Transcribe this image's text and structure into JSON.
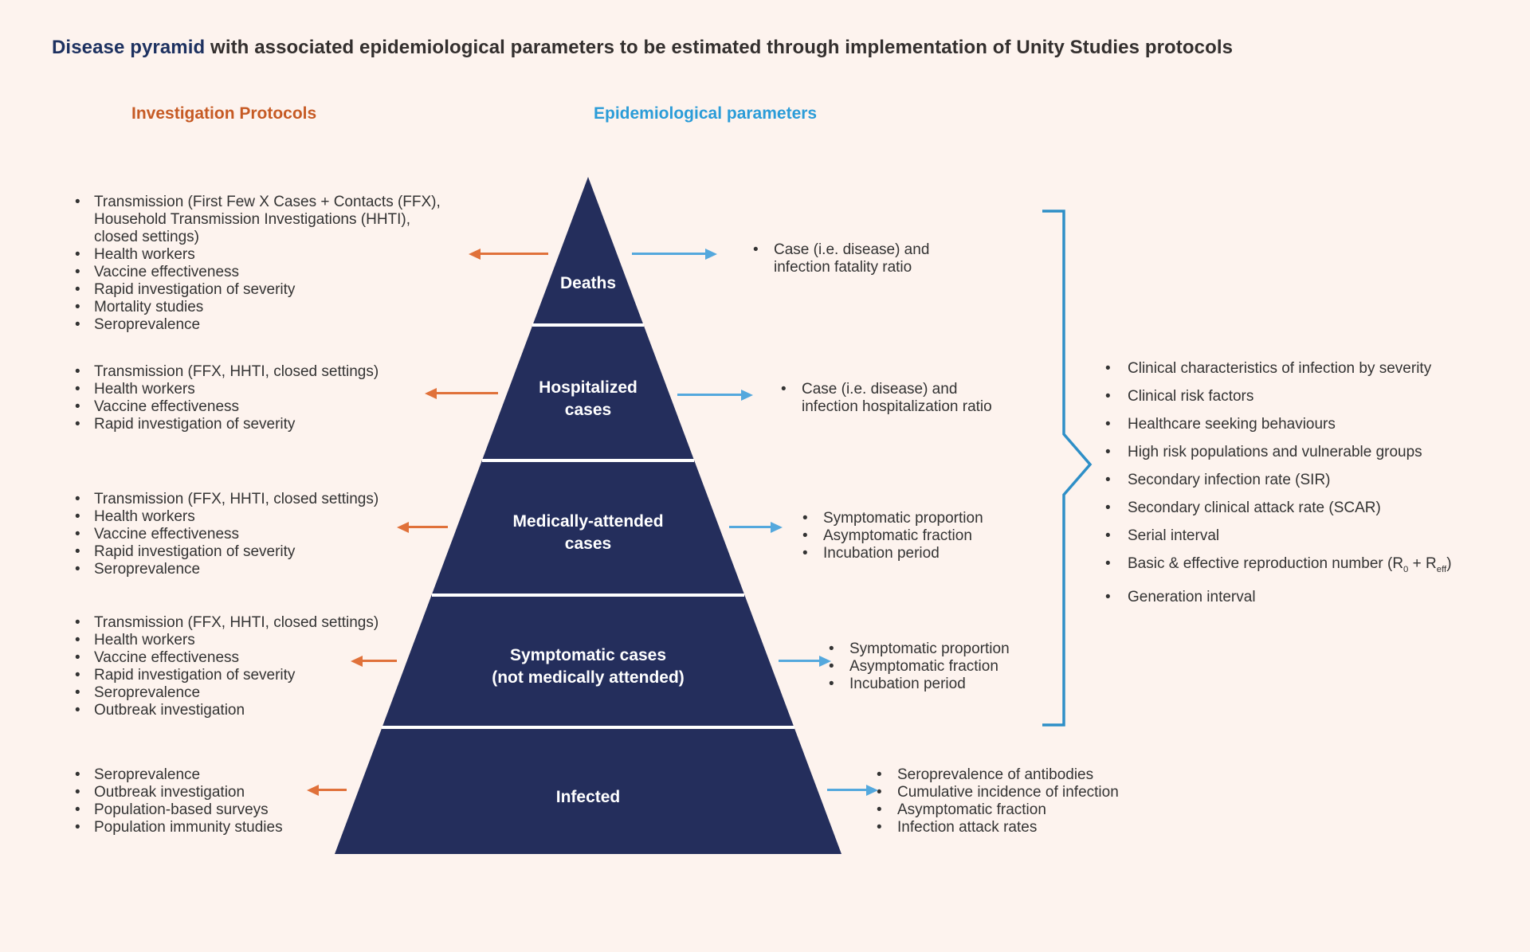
{
  "title": {
    "highlight": "Disease pyramid",
    "rest": " with associated epidemiological parameters to be estimated through implementation of Unity Studies protocols"
  },
  "columns": {
    "left_heading": "Investigation Protocols",
    "right_heading": "Epidemiological parameters"
  },
  "colors": {
    "background": "#fdf3ee",
    "pyramid_navy": "#242e5c",
    "heading_orange": "#c65a24",
    "arrow_orange": "#e0713a",
    "heading_blue": "#2b9cd8",
    "arrow_blue": "#54a8dd",
    "brace_blue": "#2e8fc7",
    "title_highlight_navy": "#1d3160",
    "body_text": "#333333"
  },
  "icons": {
    "bullet": "•",
    "left_arrow": "orange-left-arrow",
    "right_arrow": "blue-right-arrow",
    "brace": "blue-curly-brace"
  },
  "levels": [
    {
      "id": "deaths",
      "pyramid_label": "Deaths",
      "protocols": [
        "Transmission (First Few X Cases + Contacts (FFX),\nHousehold Transmission Investigations (HHTI),\nclosed settings)",
        "Health workers",
        "Vaccine effectiveness",
        "Rapid investigation of severity",
        "Mortality studies",
        "Seroprevalence"
      ],
      "parameters": [
        "Case (i.e. disease) and\ninfection fatality ratio"
      ]
    },
    {
      "id": "hospitalized",
      "pyramid_label": "Hospitalized\ncases",
      "protocols": [
        "Transmission (FFX, HHTI, closed settings)",
        "Health workers",
        "Vaccine effectiveness",
        "Rapid investigation of severity"
      ],
      "parameters": [
        "Case (i.e. disease) and\ninfection hospitalization ratio"
      ]
    },
    {
      "id": "medically-attended",
      "pyramid_label": "Medically-attended\ncases",
      "protocols": [
        "Transmission (FFX, HHTI, closed settings)",
        "Health workers",
        "Vaccine effectiveness",
        "Rapid investigation of severity",
        "Seroprevalence"
      ],
      "parameters": [
        "Symptomatic proportion",
        "Asymptomatic fraction",
        "Incubation period"
      ]
    },
    {
      "id": "symptomatic",
      "pyramid_label": "Symptomatic cases\n(not medically attended)",
      "protocols": [
        "Transmission (FFX, HHTI, closed settings)",
        "Health workers",
        "Vaccine effectiveness",
        "Rapid investigation of severity",
        "Seroprevalence",
        "Outbreak investigation"
      ],
      "parameters": [
        "Symptomatic proportion",
        "Asymptomatic fraction",
        "Incubation period"
      ]
    },
    {
      "id": "infected",
      "pyramid_label": "Infected",
      "protocols": [
        "Seroprevalence",
        "Outbreak investigation",
        "Population-based surveys",
        "Population immunity studies"
      ],
      "parameters": [
        "Seroprevalence of antibodies",
        "Cumulative incidence of infection",
        "Asymptomatic fraction",
        "Infection attack rates"
      ]
    }
  ],
  "summary": {
    "items": [
      "Clinical characteristics of infection by severity",
      "Clinical risk factors",
      "Healthcare seeking behaviours",
      "High risk populations and vulnerable groups",
      "Secondary infection rate (SIR)",
      "Secondary clinical attack rate (SCAR)",
      "Serial interval",
      "Basic & effective reproduction number (R0 + Reff)",
      "Generation interval"
    ]
  }
}
